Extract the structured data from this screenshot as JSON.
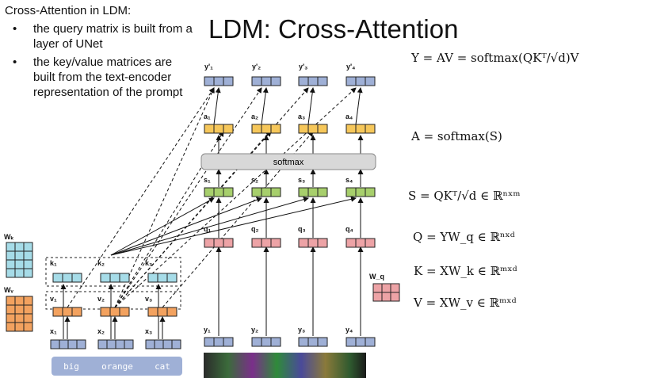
{
  "sidebar": {
    "heading": "Cross-Attention in LDM:",
    "bullets": [
      "the query matrix is built from a layer of UNet",
      "the key/value matrices are built from the text-encoder representation of the prompt"
    ],
    "bullet_glyph": "•"
  },
  "title": "LDM: Cross-Attention",
  "equations": [
    "Y = AV = softmax(QKᵀ/√d)V",
    "A = softmax(S)",
    "S = QKᵀ/√d ∈ ℝⁿˣᵐ",
    "Q = YW_q ∈ ℝⁿˣᵈ",
    "K = XW_k ∈ ℝᵐˣᵈ",
    "V = XW_v ∈ ℝᵐˣᵈ"
  ],
  "diagram": {
    "softmax_label": "softmax",
    "prompt_words": [
      "big",
      "orange",
      "cat"
    ],
    "y_out_labels": [
      "y'₁",
      "y'₂",
      "y'₃",
      "y'₄"
    ],
    "a_labels": [
      "a₁",
      "a₂",
      "a₃",
      "a₄"
    ],
    "s_labels": [
      "s₁",
      "s₂",
      "s₃",
      "s₄"
    ],
    "q_labels": [
      "q₁",
      "q₂",
      "q₃",
      "q₄"
    ],
    "y_labels": [
      "y₁",
      "y₂",
      "y₃",
      "y₄"
    ],
    "k_labels": [
      "k₁",
      "k₂",
      "k₃"
    ],
    "v_labels": [
      "v₁",
      "v₂",
      "v₃"
    ],
    "x_labels": [
      "x₁",
      "x₂",
      "x₃"
    ],
    "w_k_label": "Wₖ",
    "w_v_label": "Wᵥ",
    "w_q_label": "W_q"
  },
  "colors": {
    "blue": "#9fb0d6",
    "yellow": "#f6c75a",
    "green": "#a7cf6c",
    "pink": "#eda3a6",
    "cyan": "#a6dce8",
    "orange": "#f3a25f",
    "prompt_bar": "#9fb0d6",
    "softmax_bar": "#d8d8d8"
  }
}
